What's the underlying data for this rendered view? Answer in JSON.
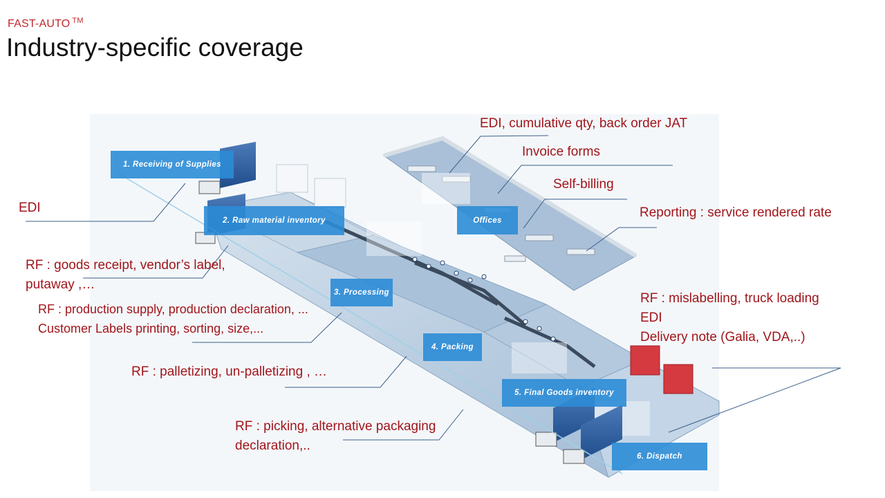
{
  "header": {
    "brand": "FAST-AUTO",
    "brand_mark": "TM",
    "title": "Industry-specific coverage"
  },
  "stages": [
    {
      "label": "1. Receiving of Supplies"
    },
    {
      "label": "2. Raw material inventory"
    },
    {
      "label": "3. Processing"
    },
    {
      "label": "4. Packing"
    },
    {
      "label": "5. Final Goods  inventory"
    },
    {
      "label": "6. Dispatch"
    },
    {
      "label": "Offices"
    }
  ],
  "annotations": {
    "edi_receiving": "EDI",
    "rf_receipt": [
      "RF : goods receipt, vendor’s label,",
      "putaway ,…"
    ],
    "rf_production": [
      "RF : production supply, production declaration, ...",
      "Customer Labels printing, sorting, size,..."
    ],
    "rf_palletizing": "RF : palletizing, un-palletizing , …",
    "rf_picking": [
      "RF : picking, alternative packaging",
      "declaration,.."
    ],
    "edi_cumulative": "EDI, cumulative qty, back order JAT",
    "invoice": "Invoice forms",
    "self_billing": "Self-billing",
    "reporting": "Reporting : service rendered rate",
    "dispatch": [
      "RF : mislabelling, truck loading",
      "EDI",
      "Delivery note (Galia, VDA,..)"
    ]
  },
  "colors": {
    "accent_red": "#a0161b",
    "brand_red": "#c0282d",
    "stage_blue": "#2c8cd6",
    "floor_blue": "#b9cde0",
    "leader_line": "#3a5f8a"
  }
}
